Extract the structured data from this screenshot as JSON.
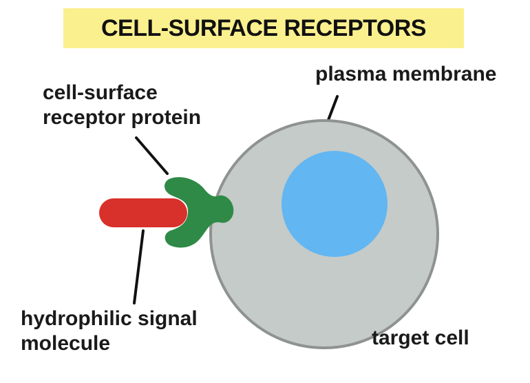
{
  "title": "CELL-SURFACE RECEPTORS",
  "labels": {
    "plasma_membrane": "plasma membrane",
    "receptor_line1": "cell-surface",
    "receptor_line2": "receptor protein",
    "signal_line1": "hydrophilic signal",
    "signal_line2": "molecule",
    "target_cell": "target cell"
  },
  "colors": {
    "title_background": "#fbf08e",
    "cell_fill": "#c5cbc8",
    "cell_outline": "#8e9390",
    "nucleus_fill": "#62b6f2",
    "receptor_fill": "#2e8a46",
    "signal_molecule_fill": "#d8302a",
    "leader_lines": "#111111"
  }
}
